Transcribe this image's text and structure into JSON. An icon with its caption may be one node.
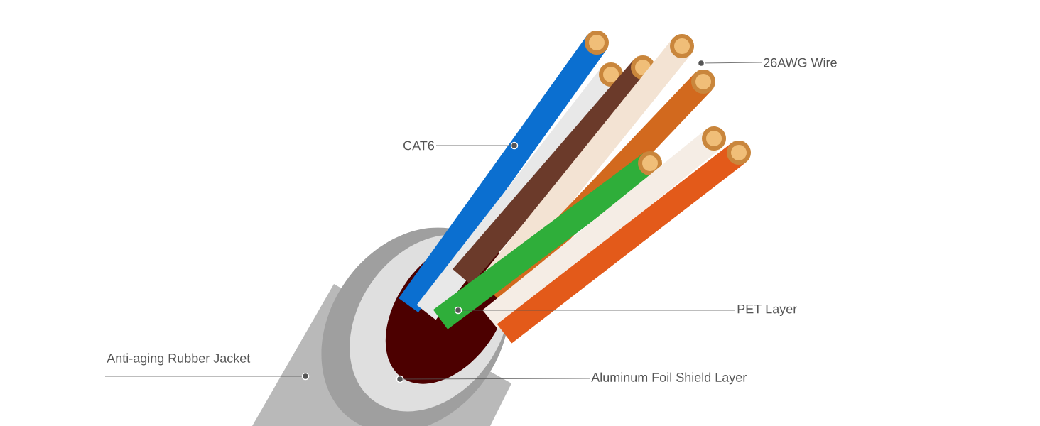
{
  "diagram": {
    "nodes": [
      {
        "text": [
          "26AWG Wire"
        ]
      },
      {
        "text": [
          "CAT6"
        ]
      },
      {
        "text": [
          "PET Layer"
        ]
      },
      {
        "text": [
          "Anti-aging Rubber Jacket"
        ]
      },
      {
        "text": [
          "Aluminum Foil Shield Layer"
        ]
      },
      {
        "text": [],
        "shape": "circle"
      },
      {
        "text": [],
        "shape": "circle"
      },
      {
        "text": [],
        "shape": "circle"
      },
      {
        "text": [],
        "shape": "circle"
      },
      {
        "text": [],
        "shape": "circle"
      }
    ],
    "edges": [
      {
        "from": 0,
        "to": 5,
        "arrow": "none"
      },
      {
        "from": 1,
        "to": 6,
        "arrow": "none"
      },
      {
        "from": 2,
        "to": 7,
        "arrow": "none"
      },
      {
        "from": 3,
        "to": 8,
        "arrow": "none"
      },
      {
        "from": 4,
        "to": 9,
        "arrow": "none"
      }
    ]
  }
}
